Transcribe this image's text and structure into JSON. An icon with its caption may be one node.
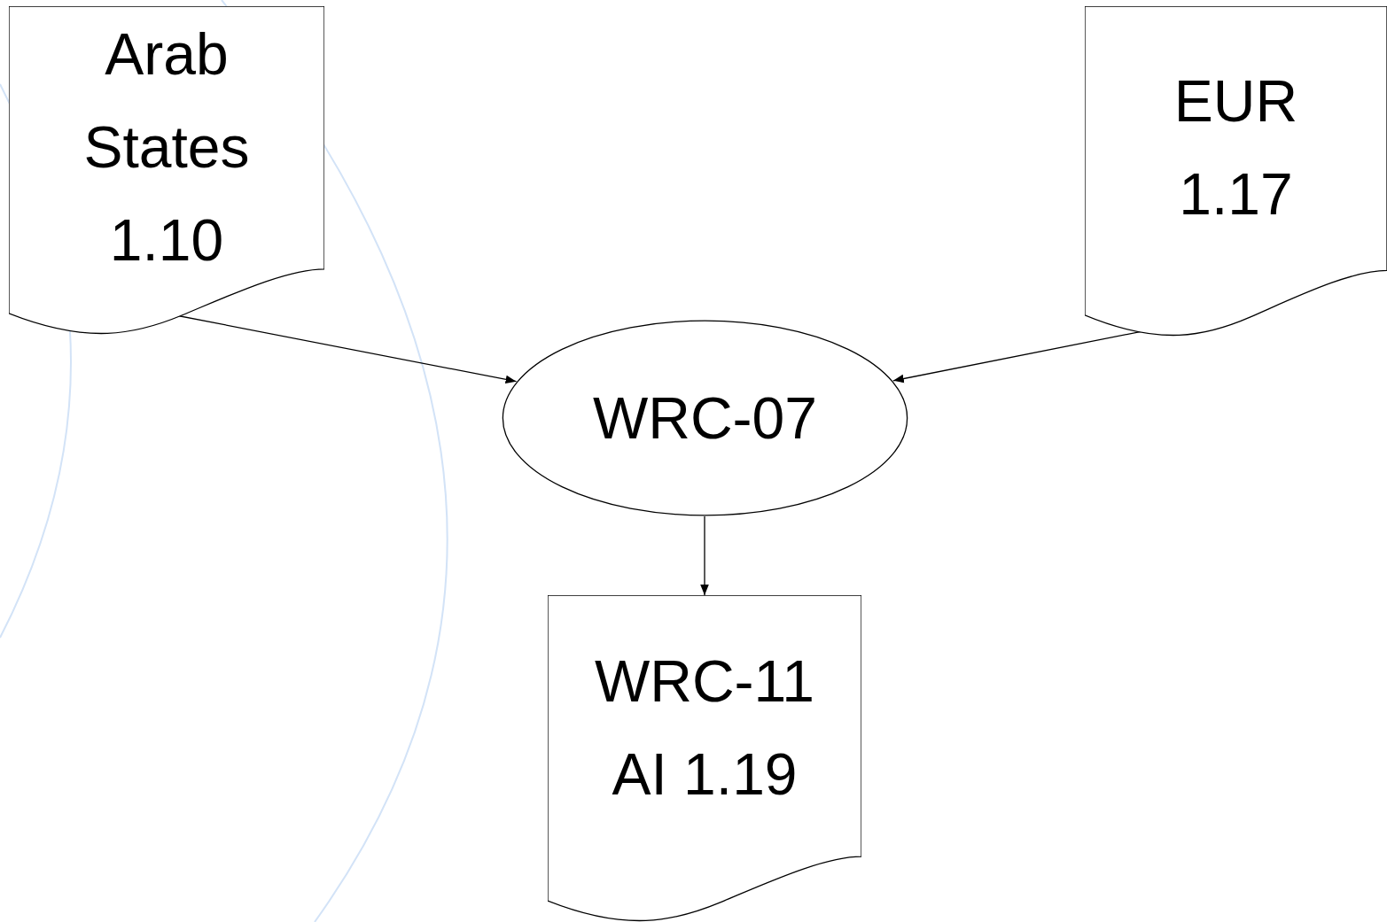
{
  "diagram": {
    "nodes": [
      {
        "text": [
          "Arab States",
          "1.10"
        ]
      },
      {
        "text": [
          "EUR",
          "1.17"
        ]
      },
      {
        "text": [
          "WRC-07"
        ]
      },
      {
        "text": [
          "WRC-11",
          "AI 1.19"
        ]
      }
    ],
    "edges": [
      {
        "from": 0,
        "to": 2,
        "arrow": "to"
      },
      {
        "from": 1,
        "to": 2,
        "arrow": "to"
      },
      {
        "from": 2,
        "to": 3,
        "arrow": "to"
      }
    ]
  }
}
